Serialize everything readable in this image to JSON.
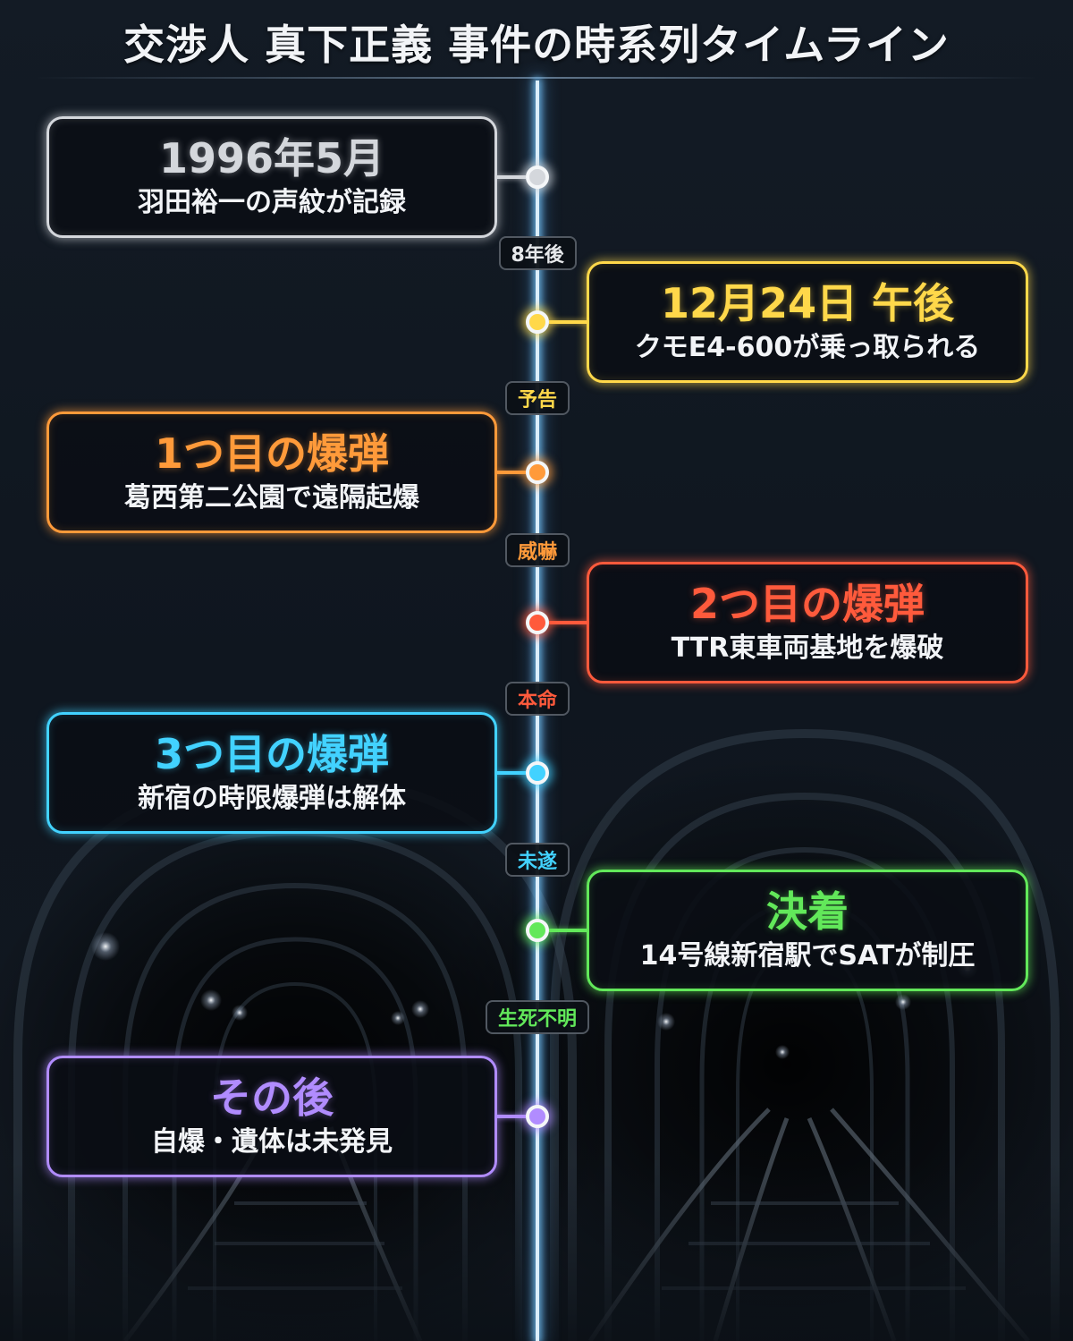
{
  "title": "交渉人 真下正義 事件の時系列タイムライン",
  "colors": {
    "axis": "#dbeefc",
    "white": "#d4d7dc",
    "yellow": "#ffd84a",
    "orange": "#ff9a3a",
    "red": "#ff5a3c",
    "cyan": "#42d2ff",
    "green": "#62e85a",
    "purple": "#b18cff"
  },
  "events": [
    {
      "heading": "1996年5月",
      "description": "羽田裕一の声紋が記録",
      "color": "#d4d7dc",
      "side": "left"
    },
    {
      "heading": "12月24日 午後",
      "description": "クモE4-600が乗っ取られる",
      "color": "#ffd84a",
      "side": "right"
    },
    {
      "heading": "1つ目の爆弾",
      "description": "葛西第二公園で遠隔起爆",
      "color": "#ff9a3a",
      "side": "left"
    },
    {
      "heading": "2つ目の爆弾",
      "description": "TTR東車両基地を爆破",
      "color": "#ff5a3c",
      "side": "right"
    },
    {
      "heading": "3つ目の爆弾",
      "description": "新宿の時限爆弾は解体",
      "color": "#42d2ff",
      "side": "left"
    },
    {
      "heading": "決着",
      "description": "14号線新宿駅でSATが制圧",
      "color": "#62e85a",
      "side": "right"
    },
    {
      "heading": "その後",
      "description": "自爆・遺体は未発見",
      "color": "#b18cff",
      "side": "left"
    }
  ],
  "transitions": [
    {
      "label": "8年後",
      "color": "#e6e8eb"
    },
    {
      "label": "予告",
      "color": "#ffd84a"
    },
    {
      "label": "威嚇",
      "color": "#ff9a3a"
    },
    {
      "label": "本命",
      "color": "#ff5a3c"
    },
    {
      "label": "未遂",
      "color": "#42d2ff"
    },
    {
      "label": "生死不明",
      "color": "#62e85a"
    }
  ]
}
